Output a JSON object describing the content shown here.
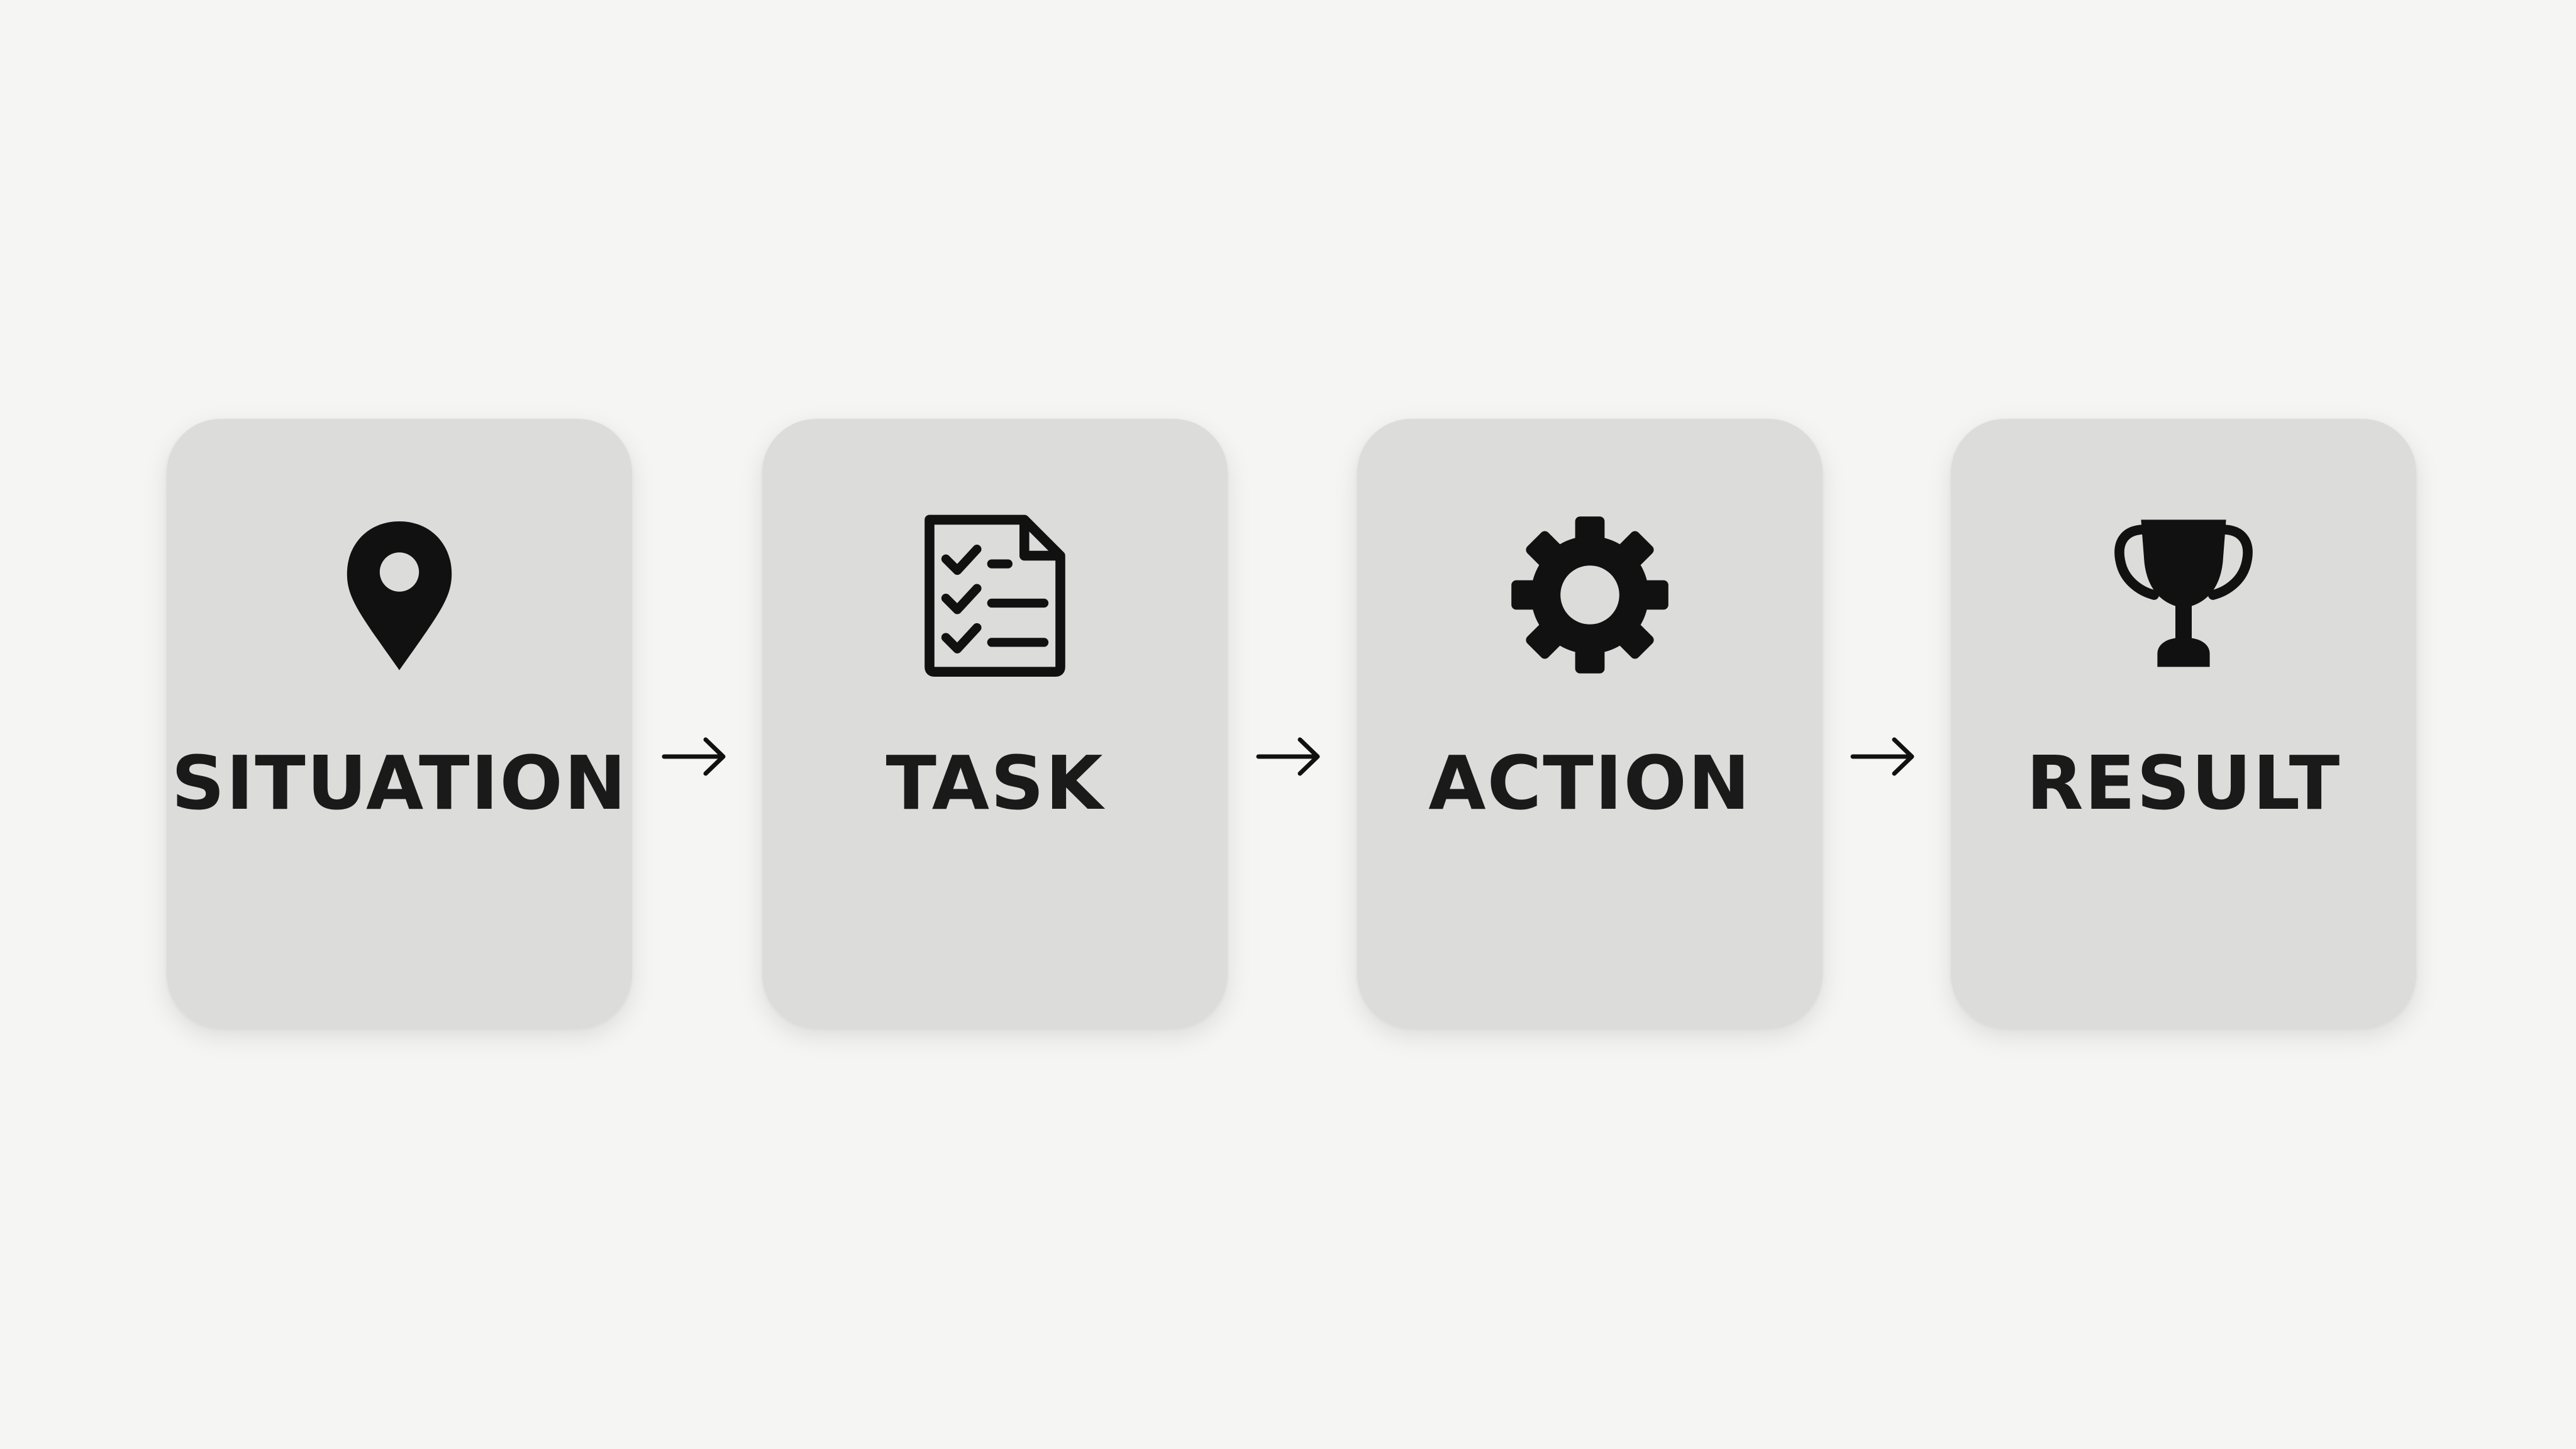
{
  "steps": [
    {
      "label": "SITUATION",
      "icon": "map-pin-icon"
    },
    {
      "label": "TASK",
      "icon": "checklist-icon"
    },
    {
      "label": "ACTION",
      "icon": "gear-icon"
    },
    {
      "label": "RESULT",
      "icon": "trophy-icon"
    }
  ],
  "connector": "arrow-right-icon",
  "colors": {
    "background": "#f5f5f3",
    "card": "#dcdcda",
    "ink": "#111111"
  }
}
